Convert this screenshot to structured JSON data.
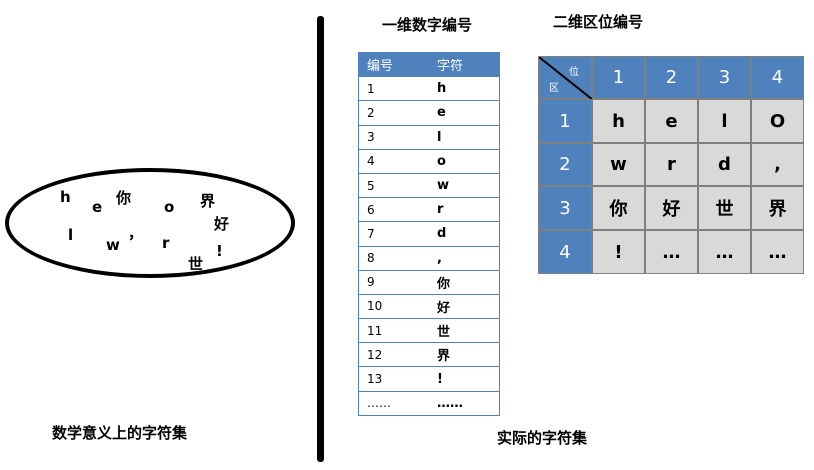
{
  "captions": {
    "math_set": "数学意义上的字符集",
    "actual_set": "实际的字符集",
    "one_dim": "一维数字编号",
    "two_dim": "二维区位编号"
  },
  "ellipse_chars": [
    "h",
    "e",
    "你",
    "o",
    "界",
    "好",
    "l",
    "w",
    "，",
    "r",
    "世",
    "!"
  ],
  "table1": {
    "headers": [
      "编号",
      "字符"
    ],
    "rows": [
      [
        "1",
        "h"
      ],
      [
        "2",
        "e"
      ],
      [
        "3",
        "l"
      ],
      [
        "4",
        "o"
      ],
      [
        "5",
        "w"
      ],
      [
        "6",
        "r"
      ],
      [
        "7",
        "d"
      ],
      [
        "8",
        ","
      ],
      [
        "9",
        "你"
      ],
      [
        "10",
        "好"
      ],
      [
        "11",
        "世"
      ],
      [
        "12",
        "界"
      ],
      [
        "13",
        "!"
      ],
      [
        "……",
        "……"
      ]
    ]
  },
  "grid": {
    "corner_qu": "区",
    "corner_wei": "位",
    "cols": [
      "1",
      "2",
      "3",
      "4"
    ],
    "rows": [
      {
        "label": "1",
        "cells": [
          "h",
          "e",
          "l",
          "O"
        ]
      },
      {
        "label": "2",
        "cells": [
          "w",
          "r",
          "d",
          ","
        ]
      },
      {
        "label": "3",
        "cells": [
          "你",
          "好",
          "世",
          "界"
        ]
      },
      {
        "label": "4",
        "cells": [
          "!",
          "…",
          "…",
          "…"
        ]
      }
    ]
  }
}
